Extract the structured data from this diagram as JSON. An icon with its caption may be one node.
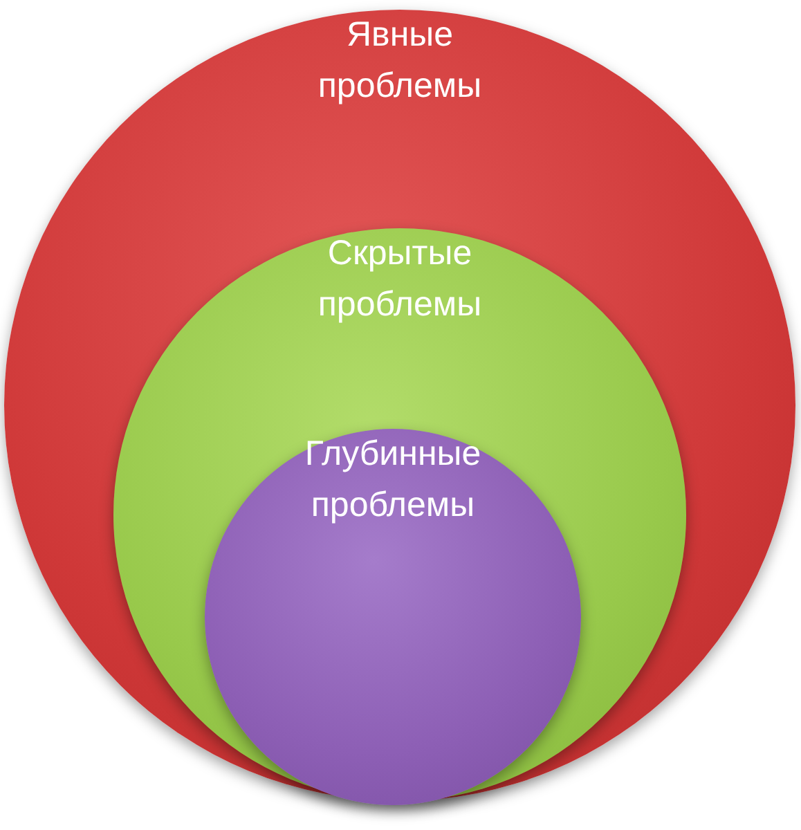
{
  "diagram": {
    "nodes": [
      {
        "text": [
          "Явные проблемы"
        ]
      },
      {
        "text": [
          "Скрытые проблемы"
        ],
        "in": 0
      },
      {
        "text": [
          "Глубинные проблемы"
        ],
        "in": 1
      }
    ]
  }
}
